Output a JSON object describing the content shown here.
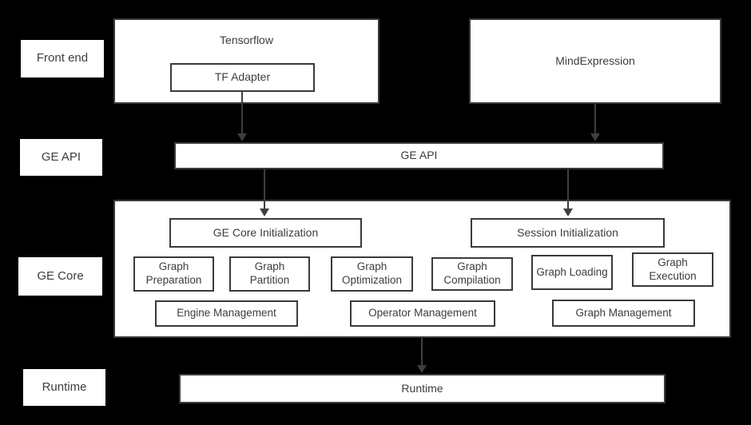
{
  "colors": {
    "background": "#000000",
    "box_fill": "#ffffff",
    "box_border": "#3a3a3a",
    "text": "#3d3d3d",
    "arrow": "#3e3e3e"
  },
  "diagram": {
    "side_labels": [
      {
        "label": "Front end"
      },
      {
        "label": "GE API"
      },
      {
        "label": "GE Core"
      },
      {
        "label": "Runtime"
      }
    ],
    "front_end": {
      "tensorflow_label": "Tensorflow",
      "tf_adapter_label": "TF Adapter",
      "mindexpression_label": "MindExpression"
    },
    "ge_api_label": "GE API",
    "ge_core": {
      "init_left": "GE Core Initialization",
      "init_right": "Session Initialization",
      "modules": [
        {
          "label": "Graph Preparation"
        },
        {
          "label": "Graph Partition"
        },
        {
          "label": "Graph Optimization"
        },
        {
          "label": "Graph Compilation"
        },
        {
          "label": "Graph Loading"
        },
        {
          "label": "Graph Execution"
        }
      ],
      "managers": [
        {
          "label": "Engine Management"
        },
        {
          "label": "Operator Management"
        },
        {
          "label": "Graph Management"
        }
      ]
    },
    "runtime_label": "Runtime"
  }
}
